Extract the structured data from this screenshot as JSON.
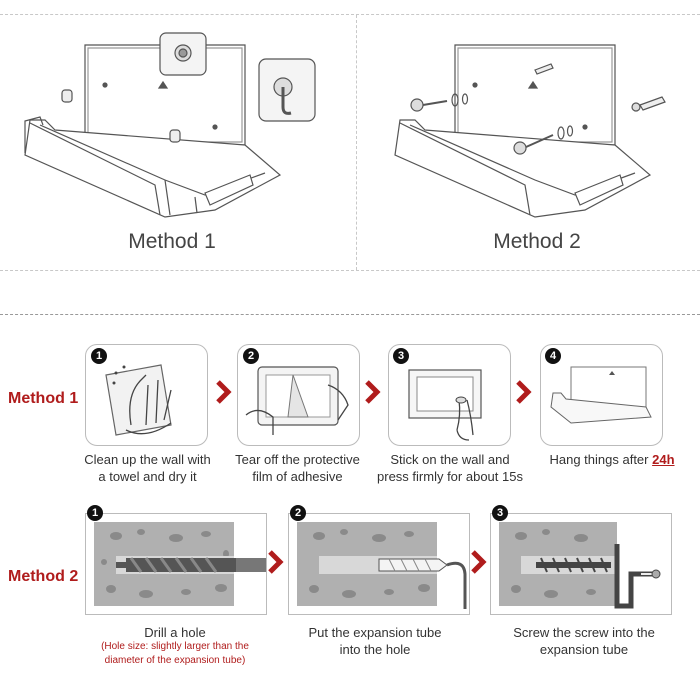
{
  "top": {
    "method1_caption": "Method 1",
    "method2_caption": "Method 2"
  },
  "method1": {
    "label": "Method 1",
    "steps": [
      {
        "number": "1",
        "caption_line1": "Clean up the wall with",
        "caption_line2": "a towel and dry it"
      },
      {
        "number": "2",
        "caption_line1": "Tear off the protective",
        "caption_line2": "film of adhesive"
      },
      {
        "number": "3",
        "caption_line1": "Stick on the wall and",
        "caption_line2": "press firmly for about 15s"
      },
      {
        "number": "4",
        "caption_prefix": "Hang things after ",
        "caption_emphasis": "24h"
      }
    ]
  },
  "method2": {
    "label": "Method 2",
    "steps": [
      {
        "number": "1",
        "caption_line1": "Drill a hole",
        "note_line1": "(Hole size: slightly larger than the",
        "note_line2": "diameter of the expansion tube)"
      },
      {
        "number": "2",
        "caption_line1": "Put the expansion tube",
        "caption_line2": "into the hole"
      },
      {
        "number": "3",
        "caption_line1": "Screw the screw into the",
        "caption_line2": "expansion tube"
      }
    ]
  },
  "colors": {
    "accent_red": "#b01c1c",
    "stone": "#a9a9a9",
    "border": "#bbbbbb"
  }
}
